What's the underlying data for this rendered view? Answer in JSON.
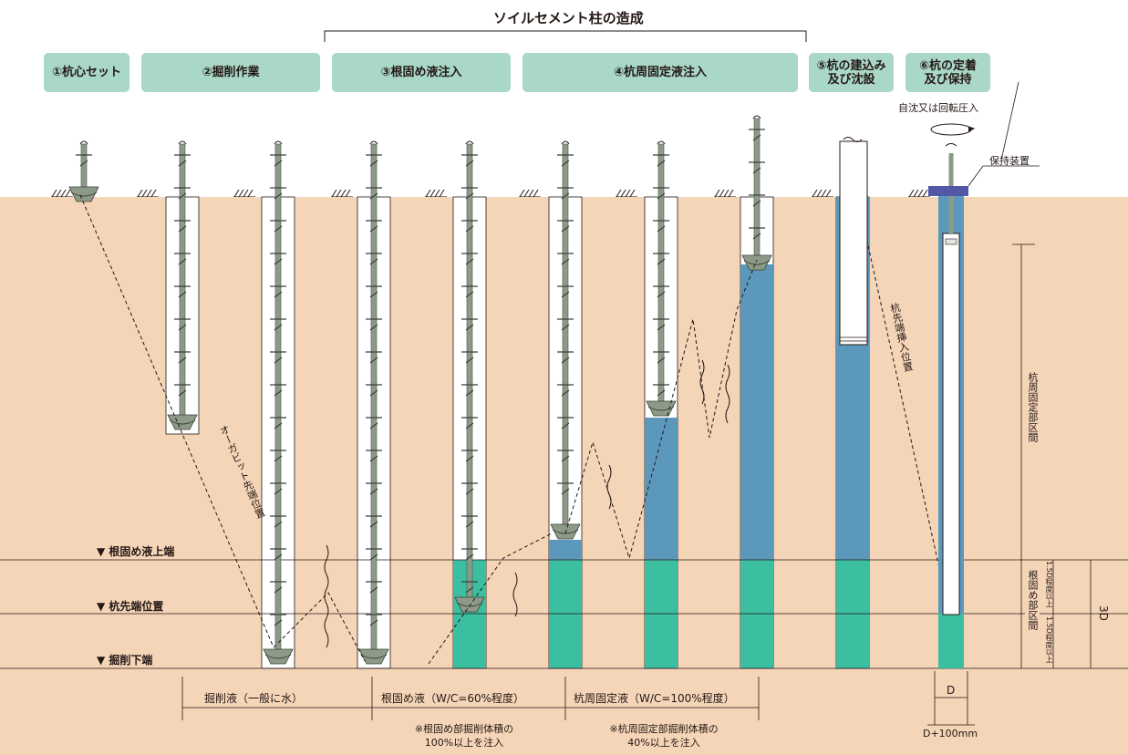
{
  "title": "ソイルセメント柱の造成",
  "steps": [
    {
      "label": "①杭心セット"
    },
    {
      "label": "②掘削作業"
    },
    {
      "label": "③根固め液注入"
    },
    {
      "label": "④杭周固定液注入"
    },
    {
      "label": "⑤杭の建込み\n及び沈設"
    },
    {
      "label": "⑥杭の定着\n及び保持"
    }
  ],
  "levels": {
    "root_top": "▼ 根固め液上端",
    "pile_tip": "▼ 杭先端位置",
    "excavation_bottom": "▼ 掘削下端"
  },
  "annotations": {
    "auger_tip_position": "オーガビット先端位置",
    "pile_tip_insert_position": "杭先端挿入位置",
    "rotation": "自沈又は回転圧入",
    "holding_device": "保持装置",
    "pile_fixed_section": "杭周固定部区間",
    "root_section": "根固め部区間",
    "d_lower": "1.5D程度以上",
    "d_upper": "1.5D程度以上",
    "three_d": "3D",
    "diameter": "D",
    "bore_diameter": "D+100mm"
  },
  "liquids": [
    {
      "label": "掘削液（一般に水）",
      "note": ""
    },
    {
      "label": "根固め液（W/C=60%程度）",
      "note": "※根固め部掘削体積の\n100%以上を注入"
    },
    {
      "label": "杭周固定液（W/C=100%程度）",
      "note": "※杭周固定部掘削体積の\n40%以上を注入"
    }
  ],
  "colors": {
    "soil": "#f5d5b8",
    "step_box": "#a9d7c8",
    "root_liquid": "#3cbfa0",
    "fixing_liquid": "#5c98bb",
    "rod": "#8e9a88",
    "holder": "#5257a6"
  }
}
